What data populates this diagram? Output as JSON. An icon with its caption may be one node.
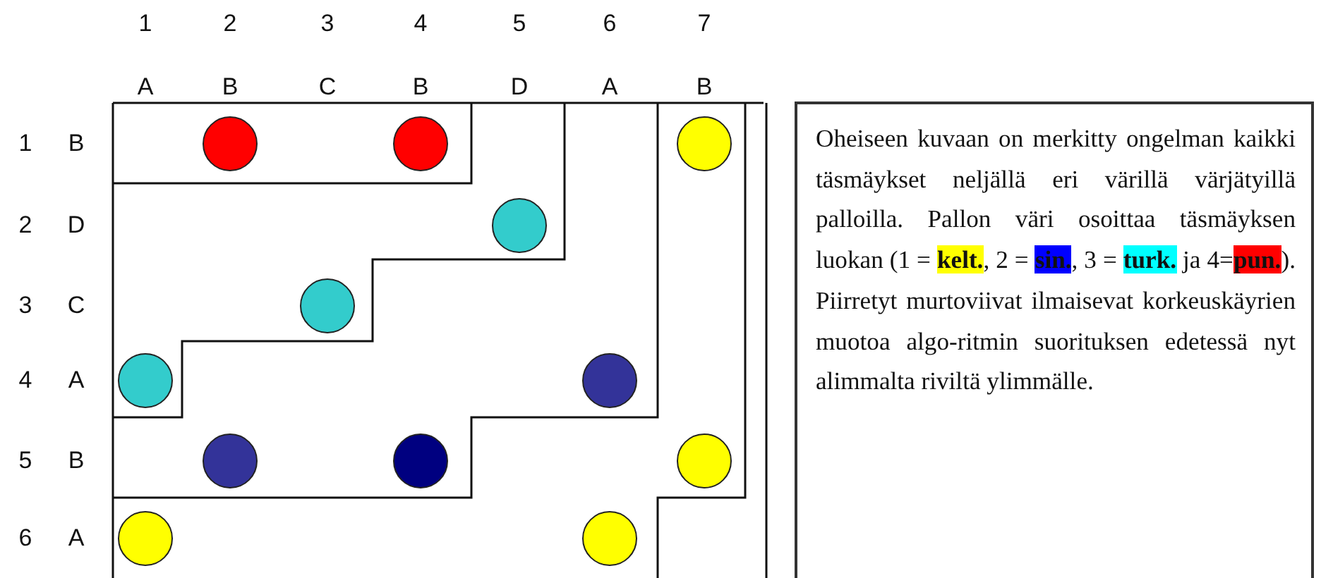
{
  "diagram": {
    "nodes": [
      {
        "text": [
          "Oheiseen kuvaan on merkitty ongelman kaikki täsmäykset neljällä eri värillä värjätyillä palloilla. Pallon väri osoittaa täsmäyksen luokan (1 = **kelt.**, 2 = **sin.**, 3 = **turk.** ja 4=**pun.**). Piirretyt murtoviivat ilmaisevat korkeuskäyrien muotoa algo-ritmin suorituksen edetessä nyt alimmalta riviltä ylimmälle."
        ]
      }
    ],
    "labels": [
      "1",
      "2",
      "3",
      "4",
      "5",
      "6",
      "7",
      "A",
      "B",
      "C",
      "B",
      "D",
      "A",
      "B",
      "1",
      "B",
      "2",
      "D",
      "3",
      "C",
      "4",
      "A",
      "5",
      "B",
      "6",
      "A"
    ]
  }
}
